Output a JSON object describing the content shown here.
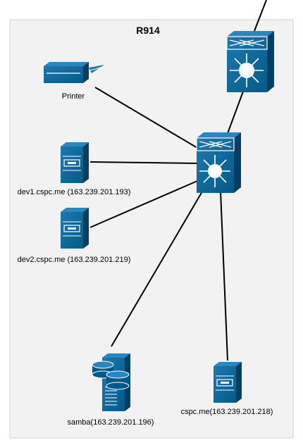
{
  "diagram": {
    "title": "R914",
    "colors": {
      "device": "#035a8a",
      "device_light": "#1f78ac",
      "device_dark": "#023f63",
      "frame": "#f2f2f2",
      "link": "#000000"
    },
    "nodes": [
      {
        "id": "core-switch",
        "label": "",
        "icon": "layer3-switch-icon"
      },
      {
        "id": "room-switch",
        "label": "",
        "icon": "layer3-switch-icon"
      },
      {
        "id": "printer",
        "label": "Printer",
        "icon": "printer-icon"
      },
      {
        "id": "dev1",
        "label": "dev1.cspc.me (163.239.201.193)",
        "icon": "server-icon"
      },
      {
        "id": "dev2",
        "label": "dev2.cspc.me (163.239.201.219)",
        "icon": "server-icon"
      },
      {
        "id": "samba",
        "label": "samba(163.239.201.196)",
        "icon": "storage-server-icon"
      },
      {
        "id": "cspc",
        "label": "cspc.me(163.239.201.218)",
        "icon": "server-icon"
      }
    ],
    "links": [
      [
        "core-switch",
        "uplink"
      ],
      [
        "core-switch",
        "room-switch"
      ],
      [
        "printer",
        "room-switch"
      ],
      [
        "dev1",
        "room-switch"
      ],
      [
        "dev2",
        "room-switch"
      ],
      [
        "samba",
        "room-switch"
      ],
      [
        "cspc",
        "room-switch"
      ]
    ]
  }
}
